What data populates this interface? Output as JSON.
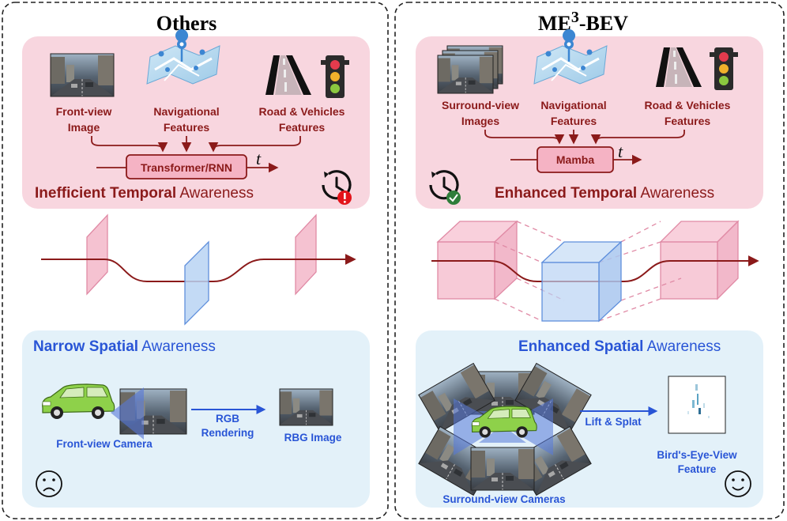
{
  "left": {
    "title": "Others",
    "temporal": {
      "inputs": [
        {
          "line1": "Front-view",
          "line2": "Image"
        },
        {
          "line1": "Navigational",
          "line2": "Features"
        },
        {
          "line1": "Road & Vehicles",
          "line2": "Features"
        }
      ],
      "module": "Transformer/RNN",
      "time_symbol": "t",
      "caption_bold": "Inefficient Temporal",
      "caption_rest": " Awareness"
    },
    "spatial": {
      "caption_bold": "Narrow Spatial",
      "caption_rest": " Awareness",
      "camera_label": "Front-view Camera",
      "arrow_label_1": "RGB",
      "arrow_label_2": "Rendering",
      "output_label": "RBG Image"
    }
  },
  "right": {
    "title_pre": "ME",
    "title_sup": "3",
    "title_post": "-BEV",
    "temporal": {
      "inputs": [
        {
          "line1": "Surround-view",
          "line2": "Images"
        },
        {
          "line1": "Navigational",
          "line2": "Features"
        },
        {
          "line1": "Road & Vehicles",
          "line2": "Features"
        }
      ],
      "module": "Mamba",
      "time_symbol": "t",
      "caption_bold": "Enhanced Temporal",
      "caption_rest": " Awareness"
    },
    "spatial": {
      "caption_bold": "Enhanced Spatial",
      "caption_rest": " Awareness",
      "arrow_label": "Lift & Splat",
      "bev_line1": "Bird's-Eye-View",
      "bev_line2": "Feature",
      "cameras_label": "Surround-view Cameras"
    }
  },
  "colors": {
    "dark_red": "#8b1a1a",
    "pink_panel": "#f8d6df",
    "blue_panel": "#e3f1f9",
    "blue_text": "#2955d6",
    "module_fill": "#f5b3c4",
    "pink_plane": "#f2aec2",
    "blue_plane": "#b9d3f3",
    "car_green": "#8ed14a"
  }
}
